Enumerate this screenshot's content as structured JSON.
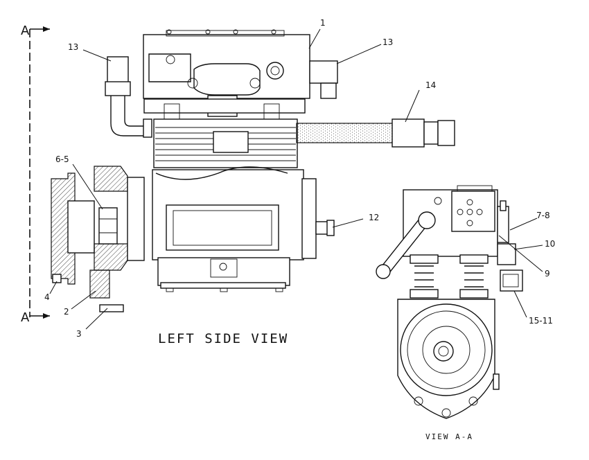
{
  "views": {
    "left": {
      "title": "LEFT SIDE VIEW"
    },
    "section": {
      "title": "VIEW A-A"
    }
  },
  "section_marks": {
    "top": "A",
    "bottom": "A"
  },
  "callouts": {
    "c1": "1",
    "c13a": "13",
    "c13b": "13",
    "c14": "14",
    "c6_5": "6-5",
    "c12": "12",
    "c4": "4",
    "c2": "2",
    "c3": "3",
    "c7_8": "7-8",
    "c10": "10",
    "c9": "9",
    "c15_11": "15-11"
  }
}
